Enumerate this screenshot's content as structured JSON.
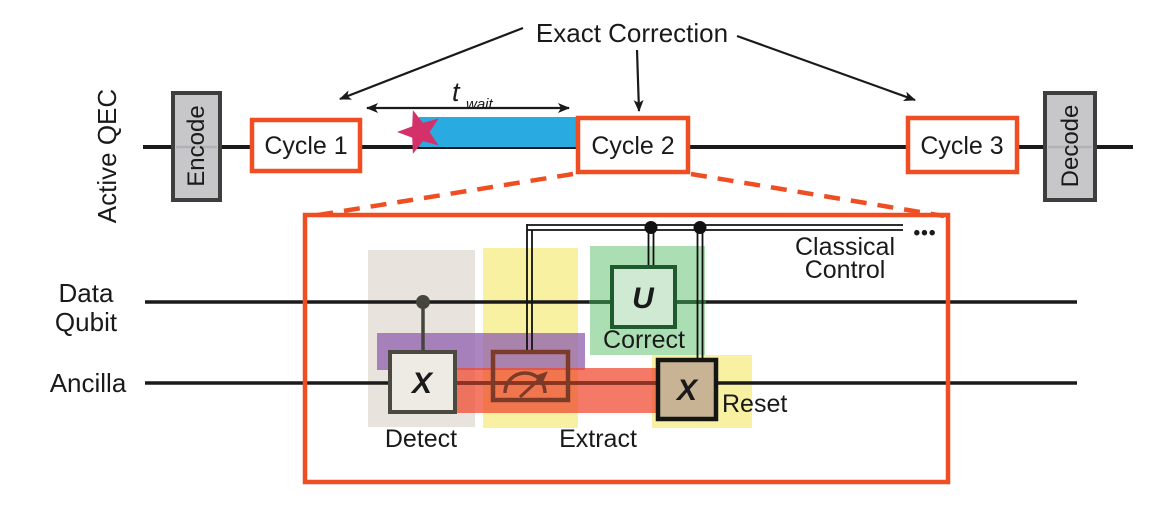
{
  "colors": {
    "accent_orange": "#ef4e23",
    "wait_bar_cyan": "#29aae1",
    "error_star_pink": "#d4306a",
    "detect_highlight_gray": "#e8e4dd",
    "extract_highlight_yellow": "#f8f1a1",
    "reset_highlight_yellow": "#f8f1a1",
    "correct_highlight_green": "#abdeb3",
    "gate_span_purple": "#9364b1",
    "measure_span_salmon": "#f0462d",
    "unitary_green_dark": "#1f5a2d",
    "measure_brown": "#7c3b28",
    "reset_tan_fill": "#c8b494",
    "encode_decode_gray": "#c7c7ca",
    "detect_box_fill": "#edebe4",
    "unitary_box_fill": "#d0e9d2"
  },
  "timeline": {
    "axis_label": "Active QEC",
    "encode_label": "Encode",
    "decode_label": "Decode",
    "cycles": [
      {
        "label": "Cycle 1"
      },
      {
        "label": "Cycle 2"
      },
      {
        "label": "Cycle 3"
      }
    ],
    "annotation": "Exact Correction",
    "wait_time_symbol": "t",
    "wait_time_subscript": "wait"
  },
  "circuit": {
    "data_qubit_line1": "Data",
    "data_qubit_line2": "Qubit",
    "ancilla_label": "Ancilla",
    "gate_detect": "X",
    "gate_correct": "U",
    "gate_reset": "X",
    "stage_detect": "Detect",
    "stage_extract": "Extract",
    "stage_correct": "Correct",
    "stage_reset": "Reset",
    "classical_line1": "Classical",
    "classical_line2": "Control",
    "ellipsis": "•••"
  }
}
